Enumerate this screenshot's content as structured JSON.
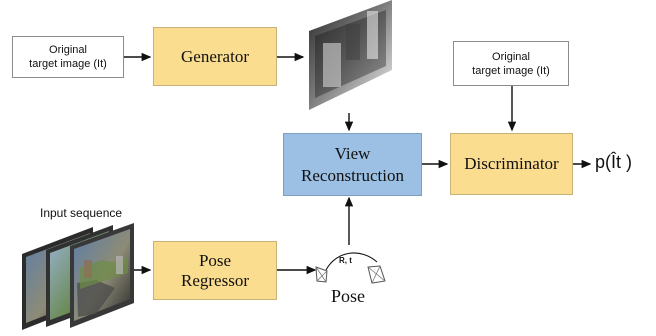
{
  "nodes": {
    "original_top_left": {
      "line1": "Original",
      "line2": "target image (It)"
    },
    "generator": {
      "label": "Generator"
    },
    "original_top_right": {
      "line1": "Original",
      "line2": "target image (It)"
    },
    "view_reconstruction": {
      "line1": "View",
      "line2": "Reconstruction"
    },
    "discriminator": {
      "label": "Discriminator"
    },
    "pose_regressor": {
      "line1": "Pose",
      "line2": "Regressor"
    }
  },
  "labels": {
    "input_sequence": "Input sequence",
    "output": "p(Ît )",
    "pose": "Pose",
    "pose_params": "R, t"
  },
  "colors": {
    "yellow": "#fbdd90",
    "blue": "#9bc0e4",
    "arrow": "#111111"
  }
}
